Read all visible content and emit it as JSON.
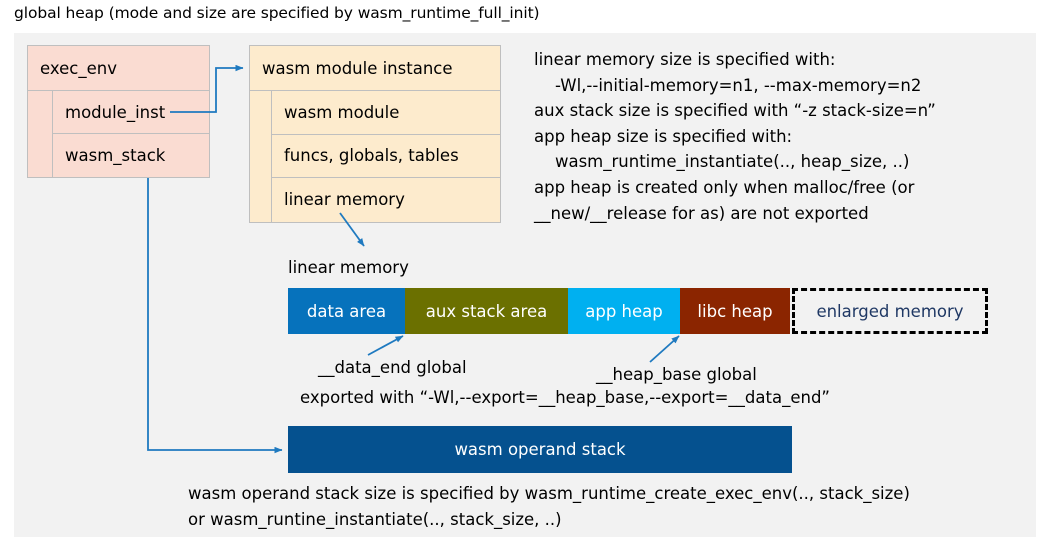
{
  "title": "global heap (mode and size are specified by wasm_runtime_full_init)",
  "colors": {
    "panel_bg": "#f2f2f2",
    "exec_env_fill": "#fadcd2",
    "module_inst_fill": "#fdebcd",
    "box_border": "#bfbfbf",
    "connector": "#1f7ac0",
    "data_area": "#0672bc",
    "aux_stack_area": "#6b7000",
    "app_heap": "#00b0f0",
    "libc_heap": "#8b2500",
    "enlarged_memory_border": "#000000",
    "enlarged_memory_text": "#1f3864",
    "operand_stack": "#05518f"
  },
  "exec_env": {
    "header": "exec_env",
    "fields": [
      {
        "label": "module_inst"
      },
      {
        "label": "wasm_stack"
      }
    ]
  },
  "module_instance": {
    "header": "wasm module instance",
    "fields": [
      {
        "label": "wasm module"
      },
      {
        "label": "funcs, globals, tables"
      },
      {
        "label": "linear memory"
      }
    ]
  },
  "notes": {
    "right_block": "linear memory size is specified with:\n    -Wl,--initial-memory=n1, --max-memory=n2\naux stack size is specified with “-z stack-size=n”\napp heap size is specified with:\n    wasm_runtime_instantiate(.., heap_size, ..)\napp heap is created only when malloc/free (or\n__new/__release for as) are not exported",
    "bottom_block": "wasm operand stack size is specified by wasm_runtime_create_exec_env(.., stack_size)\nor wasm_runtine_instantiate(.., stack_size, ..)"
  },
  "linear_memory": {
    "caption": "linear memory",
    "segments": [
      {
        "label": "data area",
        "color": "#0672bc",
        "width": 117
      },
      {
        "label": "aux stack area",
        "color": "#6b7000",
        "width": 163
      },
      {
        "label": "app heap",
        "color": "#00b0f0",
        "width": 112
      },
      {
        "label": "libc heap",
        "color": "#8b2500",
        "width": 110
      },
      {
        "label": "enlarged memory",
        "color": "#f2f2f2",
        "width": 196
      }
    ]
  },
  "annotations": {
    "data_end": "__data_end global",
    "heap_base": "__heap_base global",
    "exported_with": "exported with “-Wl,--export=__heap_base,--export=__data_end”"
  },
  "operand_stack": {
    "label": "wasm operand stack"
  }
}
